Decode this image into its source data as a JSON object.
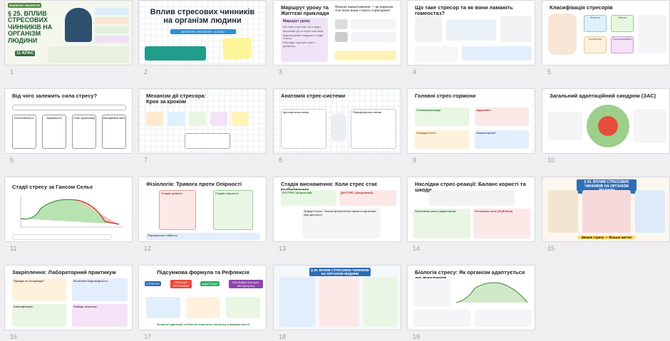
{
  "slides": [
    {
      "num": "1",
      "title": "§ 25. ВПЛИВ СТРЕСОВИХ ЧИННИКІВ НА ОРГАНІЗМ ЛЮДИНИ",
      "badge": "БІОЛОГІЯ І ЕКОЛОГІЯ",
      "grade": "11 КЛАС"
    },
    {
      "num": "2",
      "title": "Вплив стресових чинників на організм людини",
      "subtitle": "БІОЛОГІЯ І ЕКОЛОГІЯ • 11 КЛАС"
    },
    {
      "num": "3",
      "title": "Маршрут уроку та Життєві приклади",
      "card": "Маршрут уроку",
      "list": [
        "Що таке стресори та їх види.",
        "Механізм дії та стрес-система.",
        "Адаптаційний синдром і стадії стресу.",
        "Наслідки: еустрес проти дистресу."
      ],
      "right": "Фізичні навантаження — це корисно. Але коли вони стають стресором?"
    },
    {
      "num": "4",
      "title": "Що таке стресор та як вони ламають гомеостаз?"
    },
    {
      "num": "5",
      "title": "Класифікація стресорів",
      "labels": [
        "Фізичні",
        "Хімічні",
        "Біологічні",
        "Психоемоційні"
      ]
    },
    {
      "num": "6",
      "title": "Від чого залежить сила стресу?",
      "labels": [
        "Інтенсивність",
        "Тривалість",
        "Стан організму",
        "Емоційний фон"
      ]
    },
    {
      "num": "7",
      "title": "Механізм дії стресора: Крок за кроком"
    },
    {
      "num": "8",
      "title": "Анатомія стрес-системи",
      "left": "Центральна ланка",
      "right": "Периферична ланка"
    },
    {
      "num": "9",
      "title": "Головні стрес-гормони",
      "labels": [
        "Глюкокортикоїди",
        "Адреналін",
        "Норадреналін",
        "Соматотропін"
      ]
    },
    {
      "num": "10",
      "title": "Загальний адаптаційний синдром (ЗАС)"
    },
    {
      "num": "11",
      "title": "Стадії стресу за Гансом Сельє"
    },
    {
      "num": "12",
      "title": "Фізіологія: Тривога проти Опірності",
      "labels": [
        "Стадія тривоги",
        "Стадія опірності"
      ],
      "bottom": "Перехресна стійкість"
    },
    {
      "num": "13",
      "title": "Стадія виснаження: Коли стрес стає руйнівним",
      "labels": [
        "ЕУСТРЕС (Корисний)",
        "ДИСТРЕС (Шкідливий)"
      ],
      "mid": "Тріада Сельє: Типові фізіологічні зміни в організмі при дистресі:"
    },
    {
      "num": "14",
      "title": "Наслідки стрес-реакції: Баланс користі та шкоди",
      "labels": [
        "Позитивна роль (Адаптивна)",
        "Негативна роль (Руйнівна)"
      ]
    },
    {
      "num": "15",
      "title": "§ 25. ВПЛИВ СТРЕСОВИХ ЧИННИКІВ НА ОРГАНІЗМ ЛЮДИНИ",
      "footer": "Менше стресу — більше життя!"
    },
    {
      "num": "16",
      "title": "Закріплення: Лабораторний практикум",
      "labels": [
        "Правда чи неправда?",
        "Встанови відповідність:",
        "Класифікація:",
        "Знайди помилку"
      ]
    },
    {
      "num": "17",
      "title": "Підсумкова формула та Рефлексія",
      "flow": [
        "СТРЕСОР",
        "РЕАКЦІЯ ОРГАНІЗМУ",
        "АДАПТАЦІЯ",
        "НАСЛІДКИ (Еустрес або Дистрес)"
      ],
      "footer": "Успішної адаптації та більше корисного еустресу у вашому житті!"
    },
    {
      "num": "18",
      "title": "§ 25. ВПЛИВ СТРЕСОВИХ ЧИННИКІВ НА ОРГАНІЗМ ЛЮДИНИ"
    },
    {
      "num": "19",
      "title": "Біологія стресу: Як організм адаптується до викликів"
    }
  ]
}
